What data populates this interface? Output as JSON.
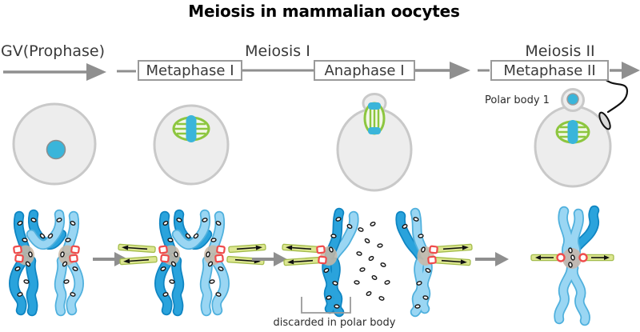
{
  "title": "Meiosis in mammalian oocytes",
  "stage_labels": {
    "gv": "GV(Prophase)",
    "meiosis_i": "Meiosis I",
    "meiosis_ii": "Meiosis II"
  },
  "phase_boxes": {
    "metaphase_i": "Metaphase I",
    "anaphase_i": "Anaphase I",
    "metaphase_ii": "Metaphase II"
  },
  "annotations": {
    "polar_body": "Polar body 1",
    "discarded": "discarded in polar body"
  },
  "colors": {
    "chromosome_dark": "#2aa3dc",
    "chromosome_light": "#9ad6f3",
    "spindle_green": "#8dc63f",
    "microtubule_fill": "#dce690",
    "nucleus_cyan": "#3ab5da",
    "kinetochore_red": "#ef4b4b",
    "centromere_tan": "#c9b7a4",
    "cell_fill": "#ededed",
    "cell_outline": "#c9c9c9",
    "arrow_gray": "#8f8f8f"
  }
}
